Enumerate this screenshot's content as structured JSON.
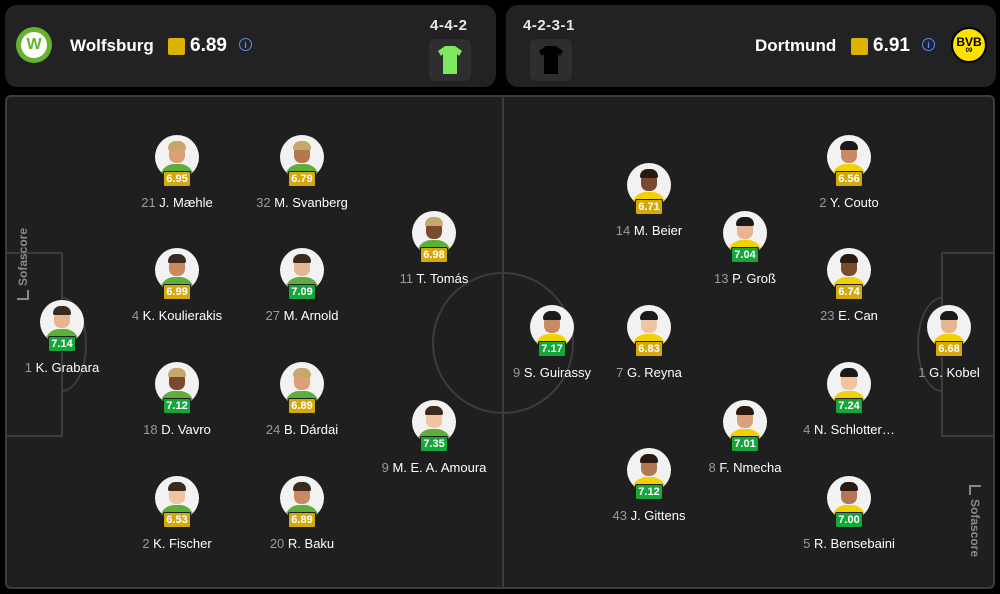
{
  "home": {
    "name": "Wolfsburg",
    "rating": "6.89",
    "formation": "4-4-2",
    "logo_text": "W",
    "kit_color": "#7ee85e",
    "players": [
      {
        "num": "1",
        "name": "K. Grabara",
        "rating": "7.14",
        "band": "green"
      },
      {
        "num": "21",
        "name": "J. Mæhle",
        "rating": "6.95",
        "band": "yellow"
      },
      {
        "num": "4",
        "name": "K. Koulierakis",
        "rating": "6.99",
        "band": "yellow"
      },
      {
        "num": "18",
        "name": "D. Vavro",
        "rating": "7.12",
        "band": "green"
      },
      {
        "num": "2",
        "name": "K. Fischer",
        "rating": "6.53",
        "band": "yellow"
      },
      {
        "num": "32",
        "name": "M. Svanberg",
        "rating": "6.79",
        "band": "yellow"
      },
      {
        "num": "27",
        "name": "M. Arnold",
        "rating": "7.09",
        "band": "green"
      },
      {
        "num": "24",
        "name": "B. Dárdai",
        "rating": "6.89",
        "band": "yellow"
      },
      {
        "num": "20",
        "name": "R. Baku",
        "rating": "6.89",
        "band": "yellow"
      },
      {
        "num": "11",
        "name": "T. Tomás",
        "rating": "6.98",
        "band": "yellow"
      },
      {
        "num": "9",
        "name": "M. E. A. Amoura",
        "rating": "7.35",
        "band": "green"
      }
    ]
  },
  "away": {
    "name": "Dortmund",
    "rating": "6.91",
    "formation": "4-2-3-1",
    "logo_text": "BVB",
    "logo_sub": "09",
    "kit_color": "#000000",
    "players": [
      {
        "num": "9",
        "name": "S. Guirassy",
        "rating": "7.17",
        "band": "green"
      },
      {
        "num": "14",
        "name": "M. Beier",
        "rating": "6.71",
        "band": "yellow"
      },
      {
        "num": "7",
        "name": "G. Reyna",
        "rating": "6.83",
        "band": "yellow"
      },
      {
        "num": "43",
        "name": "J. Gittens",
        "rating": "7.12",
        "band": "green"
      },
      {
        "num": "13",
        "name": "P. Groß",
        "rating": "7.04",
        "band": "green"
      },
      {
        "num": "8",
        "name": "F. Nmecha",
        "rating": "7.01",
        "band": "green"
      },
      {
        "num": "2",
        "name": "Y. Couto",
        "rating": "6.56",
        "band": "yellow"
      },
      {
        "num": "23",
        "name": "E. Can",
        "rating": "6.74",
        "band": "yellow"
      },
      {
        "num": "4",
        "name": "N. Schlotter…",
        "rating": "7.24",
        "band": "green"
      },
      {
        "num": "5",
        "name": "R. Bensebaini",
        "rating": "7.00",
        "band": "green"
      },
      {
        "num": "1",
        "name": "G. Kobel",
        "rating": "6.68",
        "band": "yellow"
      }
    ]
  },
  "watermark": "Sofascore",
  "colors": {
    "rating_yellow": "#d4a90d",
    "rating_green": "#15a73a",
    "accent_blue": "#5b8bff"
  }
}
